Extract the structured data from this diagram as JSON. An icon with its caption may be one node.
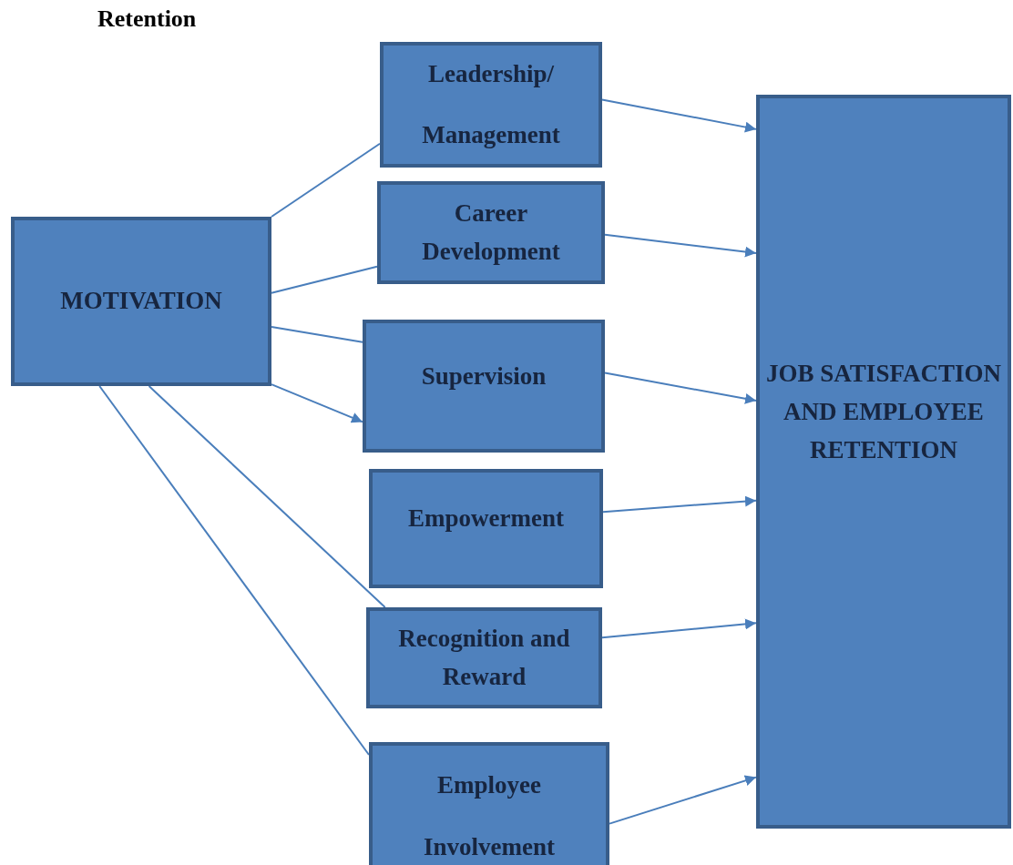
{
  "diagram": {
    "title": "Retention",
    "nodes": [
      {
        "text": [
          "MOTIVATION"
        ]
      },
      {
        "text": [
          "Leadership/ Management"
        ]
      },
      {
        "text": [
          "Career Development"
        ]
      },
      {
        "text": [
          "Supervision"
        ]
      },
      {
        "text": [
          "Empowerment"
        ]
      },
      {
        "text": [
          "Recognition and Reward"
        ]
      },
      {
        "text": [
          "Employee Involvement"
        ]
      },
      {
        "text": [
          "JOB SATISFACTION AND EMPLOYEE RETENTION"
        ]
      }
    ],
    "edges": [
      {
        "from": 0,
        "to": 1,
        "arrow": "none"
      },
      {
        "from": 0,
        "to": 2,
        "arrow": "none"
      },
      {
        "from": 0,
        "to": 3,
        "arrow": "none"
      },
      {
        "from": 0,
        "to": 3,
        "arrow": "to"
      },
      {
        "from": 0,
        "to": 5,
        "arrow": "none"
      },
      {
        "from": 0,
        "to": 6,
        "arrow": "none"
      },
      {
        "from": 1,
        "to": 7,
        "arrow": "to"
      },
      {
        "from": 2,
        "to": 7,
        "arrow": "to"
      },
      {
        "from": 3,
        "to": 7,
        "arrow": "to"
      },
      {
        "from": 4,
        "to": 7,
        "arrow": "to"
      },
      {
        "from": 5,
        "to": 7,
        "arrow": "to"
      },
      {
        "from": 6,
        "to": 7,
        "arrow": "to"
      }
    ]
  }
}
